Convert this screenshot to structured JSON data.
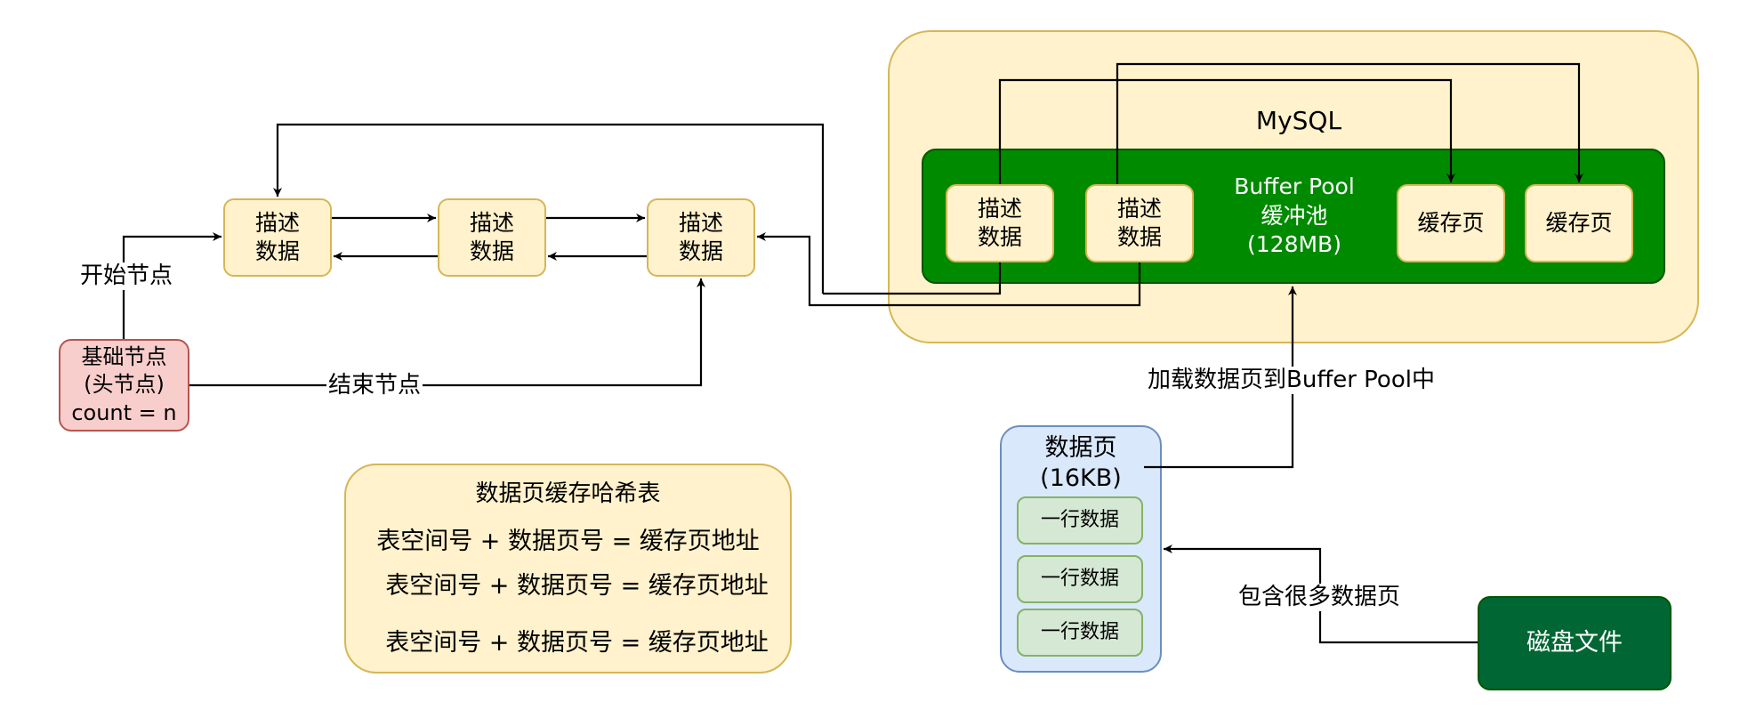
{
  "mysql": {
    "title": "MySQL"
  },
  "buffer_pool": {
    "line1": "Buffer Pool",
    "line2": "缓冲池",
    "line3": "(128MB)"
  },
  "desc_block": {
    "line1": "描述",
    "line2": "数据"
  },
  "cache_page": {
    "label": "缓存页"
  },
  "base_node": {
    "line1": "基础节点",
    "line2": "(头节点)",
    "line3": "count = n"
  },
  "edge_labels": {
    "start": "开始节点",
    "end": "结束节点",
    "load": "加载数据页到Buffer Pool中",
    "contains": "包含很多数据页"
  },
  "data_page": {
    "line1": "数据页",
    "line2": "(16KB)",
    "row": "一行数据"
  },
  "disk": {
    "label": "磁盘文件"
  },
  "hash_table": {
    "title": "数据页缓存哈希表",
    "entries": [
      "表空间号 + 数据页号 = 缓存页地址",
      "表空间号 + 数据页号 = 缓存页地址",
      "表空间号 + 数据页号 = 缓存页地址"
    ]
  },
  "colors": {
    "mysql_bg": "#fff2cc",
    "buffer_pool_bg": "#008a00",
    "disk_bg": "#006633",
    "data_page_bg": "#dae8fc",
    "base_node_bg": "#f8cecc"
  }
}
